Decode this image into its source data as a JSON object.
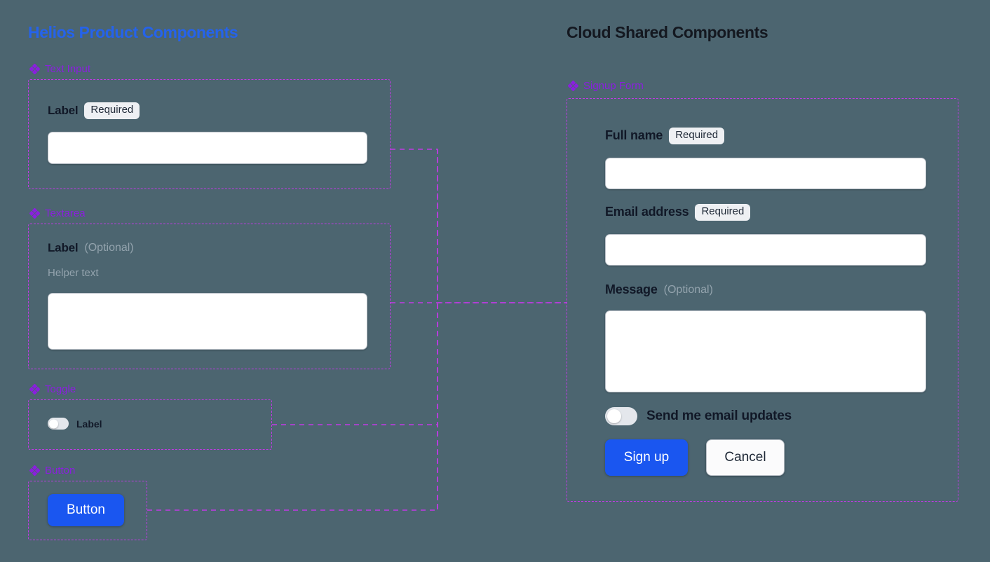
{
  "theme": {
    "background": "#4c6570",
    "accent_blue": "#2563eb",
    "button_blue": "#1a56f0",
    "frame_purple": "#c13ae6",
    "section_label_purple": "#8b1ee0",
    "heading_dark": "#141820",
    "muted_text": "#93a3ad",
    "field_white": "#ffffff",
    "badge_bg": "#eef0f3"
  },
  "left_panel": {
    "title": "Helios Product Components",
    "sections": [
      {
        "id": "text-input",
        "label": "Text Input",
        "icon": "components-diamond-icon",
        "field": {
          "label": "Label",
          "badge": "Required",
          "value": "",
          "placeholder": ""
        }
      },
      {
        "id": "textarea",
        "label": "Textarea",
        "icon": "components-diamond-icon",
        "field": {
          "label": "Label",
          "optional": "(Optional)",
          "helper": "Helper text",
          "value": "",
          "placeholder": ""
        }
      },
      {
        "id": "toggle",
        "label": "Toggle",
        "icon": "components-diamond-icon",
        "field": {
          "label": "Label",
          "checked": false
        }
      },
      {
        "id": "button",
        "label": "Button",
        "icon": "components-diamond-icon",
        "field": {
          "label": "Button"
        }
      }
    ]
  },
  "right_panel": {
    "title": "Cloud Shared Components",
    "section": {
      "id": "signup-form",
      "label": "Signup Form",
      "icon": "components-diamond-icon"
    },
    "form": {
      "full_name": {
        "label": "Full name",
        "badge": "Required",
        "value": "",
        "placeholder": ""
      },
      "email": {
        "label": "Email address",
        "badge": "Required",
        "value": "",
        "placeholder": ""
      },
      "message": {
        "label": "Message",
        "optional": "(Optional)",
        "value": "",
        "placeholder": ""
      },
      "email_updates_toggle": {
        "label": "Send me email updates",
        "checked": false
      },
      "submit_button": "Sign up",
      "cancel_button": "Cancel"
    }
  }
}
